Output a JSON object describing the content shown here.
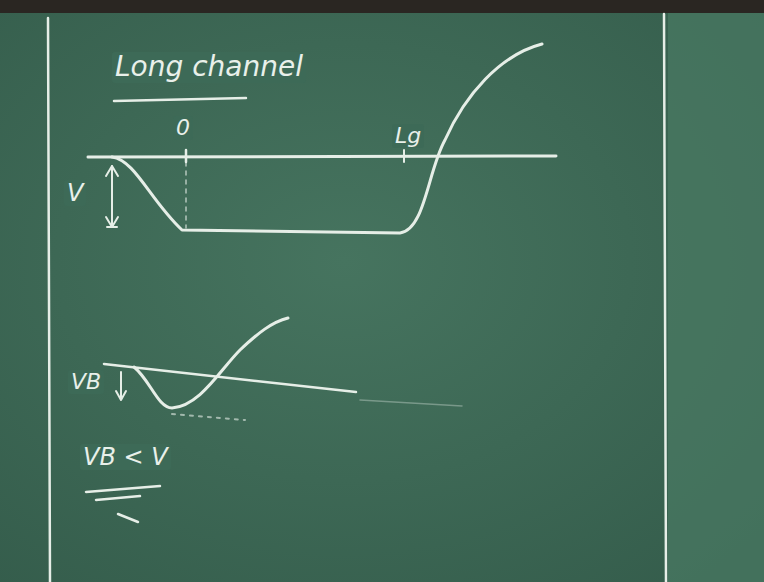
{
  "diagram": {
    "labels": [
      "Long channel",
      "0",
      "V",
      "Lg",
      "VB",
      "VB < V"
    ]
  }
}
